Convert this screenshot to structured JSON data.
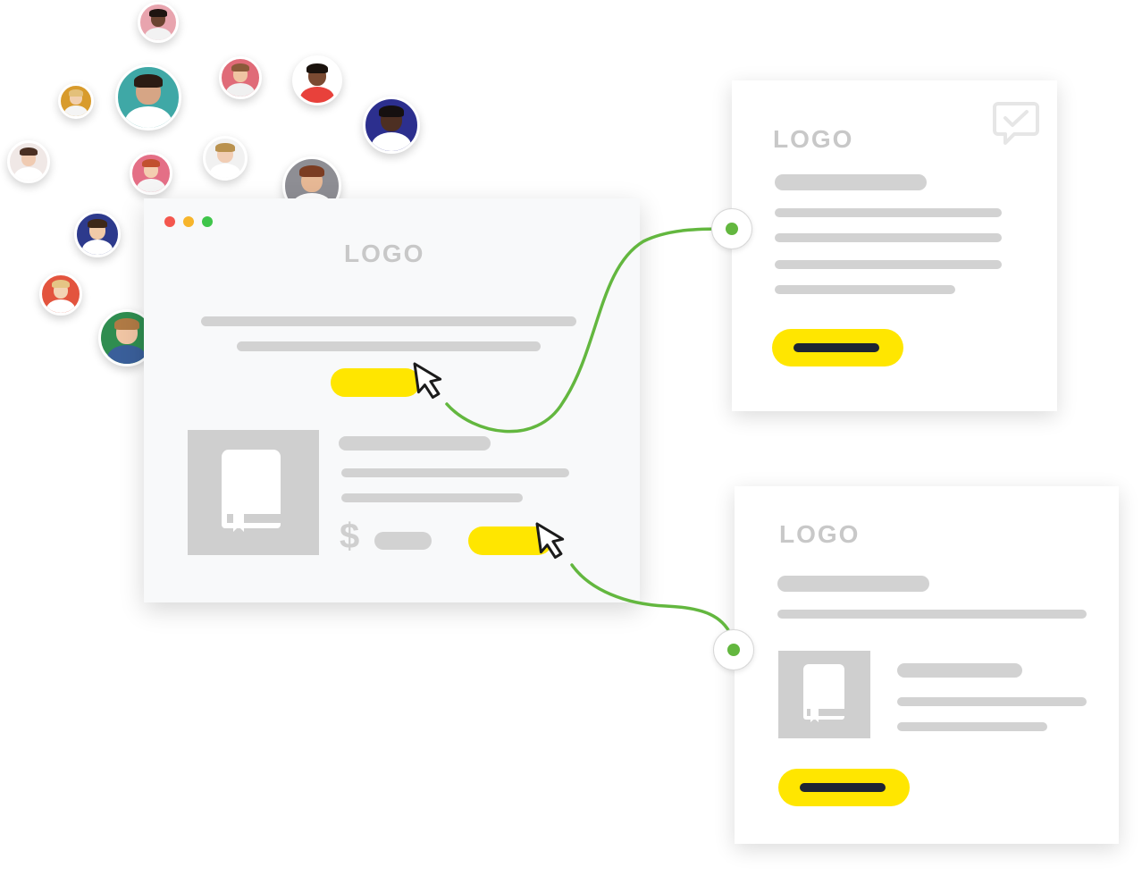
{
  "browser": {
    "logo": "LOGO",
    "price_symbol": "$",
    "window_controls": [
      "close",
      "minimize",
      "maximize"
    ]
  },
  "card_top": {
    "logo": "LOGO",
    "badge_icon": "chat-check-icon"
  },
  "card_bottom": {
    "logo": "LOGO",
    "thumbnail_icon": "book-icon"
  },
  "colors": {
    "accent_yellow": "#ffe600",
    "connector_green": "#63b73f",
    "placeholder_gray": "#d2d2d2",
    "dark_bar": "#1d2433",
    "dot_red": "#f4574e",
    "dot_yellow": "#f7b52b",
    "dot_green": "#3fc54a"
  },
  "avatars": [
    {
      "name": "avatar-1",
      "bg": "#e8a4ae",
      "skin": "#6b4330",
      "hair": "#1e1410",
      "shirt": "#f2f2f2"
    },
    {
      "name": "avatar-2",
      "bg": "#d89b2c",
      "skin": "#f1cfae",
      "hair": "#e3c07a",
      "shirt": "#f4f4f4"
    },
    {
      "name": "avatar-3",
      "bg": "#3fa8a6",
      "skin": "#d6a585",
      "hair": "#2b1c14",
      "shirt": "#ffffff"
    },
    {
      "name": "avatar-4",
      "bg": "#e06b78",
      "skin": "#efc4a2",
      "hair": "#8a5a3a",
      "shirt": "#f0f0f0"
    },
    {
      "name": "avatar-5",
      "bg": "#ffffff",
      "skin": "#7a4a32",
      "hair": "#1a120d",
      "shirt": "#e8413b"
    },
    {
      "name": "avatar-6",
      "bg": "#2c2f8e",
      "skin": "#4d2f22",
      "hair": "#151010",
      "shirt": "#ffffff"
    },
    {
      "name": "avatar-7",
      "bg": "#f0e8e6",
      "skin": "#f0cbb2",
      "hair": "#4a2f22",
      "shirt": "#ffffff"
    },
    {
      "name": "avatar-8",
      "bg": "#e46f86",
      "skin": "#f4cdb0",
      "hair": "#c1502f",
      "shirt": "#f5f5f5"
    },
    {
      "name": "avatar-9",
      "bg": "#f1f1f1",
      "skin": "#f1cdb4",
      "hair": "#b9914e",
      "shirt": "#ffffff"
    },
    {
      "name": "avatar-10",
      "bg": "#8e8e94",
      "skin": "#e7b895",
      "hair": "#7b3c22",
      "shirt": "#ffffff"
    },
    {
      "name": "avatar-11",
      "bg": "#2d3a8c",
      "skin": "#f1caa8",
      "hair": "#3d2718",
      "shirt": "#ffffff"
    },
    {
      "name": "avatar-12",
      "bg": "#e3543e",
      "skin": "#f3d3b4",
      "hair": "#e5c585",
      "shirt": "#ffffff"
    },
    {
      "name": "avatar-13",
      "bg": "#2f8d50",
      "skin": "#f0c5a4",
      "hair": "#b07a45",
      "shirt": "#3a5f9a"
    }
  ]
}
